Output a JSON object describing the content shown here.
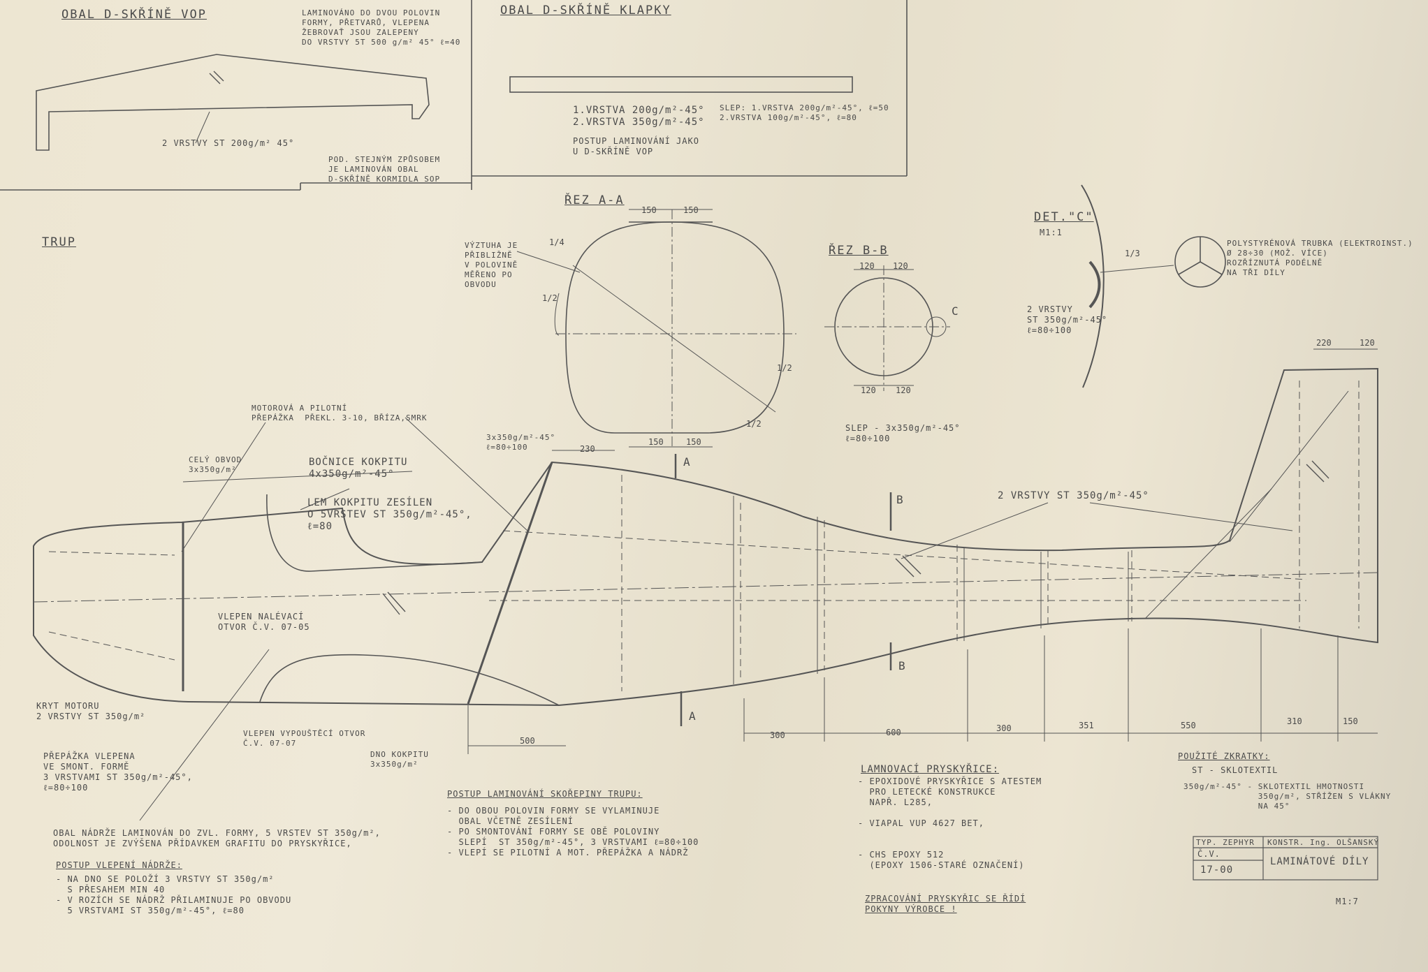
{
  "title_block": {
    "typ": "TYP. ZEPHYR",
    "konstr": "KONSTR. Ing. OLŠANSKÝ",
    "cv_label": "Č.V.",
    "cv_number": "17-00",
    "name": "LAMINÁTOVÉ DÍLY",
    "scale": "M1:7"
  },
  "vop": {
    "title": "OBAL D-SKŘÍNĚ VOP",
    "note": "LAMINOVÁNO DO DVOU POLOVIN\nFORMY, PŘETVARŮ, VLEPENA\nŽEBROVAŤ JSOU ZALEPENY\nDO VRSTVY 5T 500 g/m² 45° ℓ=40",
    "layers": "2 VRSTVY ST 200g/m² 45°",
    "method": "POD. STEJNÝM ZPŮSOBEM\nJE LAMINOVÁN OBAL\nD-SKŘÍNĚ KORMIDLA SOP"
  },
  "klapky": {
    "title": "OBAL D-SKŘÍNĚ KLAPKY",
    "layers": "1.VRSTVA 200g/m²-45°\n2.VRSTVA 350g/m²-45°",
    "method": "POSTUP LAMINOVÁNÍ JAKO\nU D-SKŘÍNĚ VOP",
    "slep": "SLEP: 1.VRSTVA 200g/m²-45°, ℓ=50\n2.VRSTVA 100g/m²-45°, ℓ=80"
  },
  "section_aa": {
    "title": "ŘEZ A-A",
    "note": "VÝZTUHA JE\nPŘIBLIŽNĚ\nV POLOVINĚ\nMĚŘENO PO\nOBVODU",
    "dims": [
      "150",
      "150",
      "150",
      "150"
    ],
    "half_marks": [
      "1/4",
      "1/2",
      "1/2",
      "1/2"
    ]
  },
  "section_bb": {
    "title": "ŘEZ B-B",
    "dims": [
      "120",
      "120",
      "120",
      "120"
    ],
    "detail_mark": "C",
    "slep": "SLEP - 3x350g/m²-45°\nℓ=80÷100"
  },
  "detail_c": {
    "title": "DET.\"C\"",
    "scale": "M1:1",
    "note": "POLYSTYRÉNOVÁ TRUBKA (ELEKTROINST.)\nØ 28÷30 (MOŽ. VÍCE)\nROZŘÍZNUTÁ PODÉLNĚ\nNA TŘI DÍLY",
    "fraction": "1/3",
    "layers": "2 VRSTVY\nST 350g/m²-45°\nℓ=80÷100"
  },
  "trup": {
    "title": "TRUP",
    "motorova": "MOTOROVÁ A PILOTNÍ\nPŘEPÁŽKA  PŘEKL. 3-10, BŘÍZA,SMRK",
    "cely_obvod": "CELÝ OBVOD\n3x350g/m²",
    "bocnice": "BOČNICE KOKPITU\n4x350g/m²-45°",
    "lem": "LEM KOKPITU ZESÍLEN\nO 5VRSTEV ST 350g/m²-45°,\nℓ=80",
    "corner_layers": "3x350g/m²-45°\nℓ=80÷100",
    "tail_layers": "2 VRSTVY ST 350g/m²-45°",
    "vlepen_nalevaci": "VLEPEN NALÉVACÍ\nOTVOR Č.V. 07-05",
    "vlepen_vypousteci": "VLEPEN VYPOUŠTĚCÍ OTVOR\nČ.V. 07-07",
    "kryt_motoru": "KRYT MOTORU\n2 VRSTVY ST 350g/m²",
    "dno": "DNO KOKPITU\n3x350g/m²",
    "dims_bottom": [
      "500",
      "300",
      "600",
      "300",
      "351",
      "550",
      "310",
      "150"
    ],
    "dims_top": [
      "230"
    ],
    "tail_dims": [
      "220",
      "120"
    ],
    "sec_a": "A",
    "sec_b": "B"
  },
  "prepazka": "PŘEPÁŽKA VLEPENA\nVE SMONT. FORMĚ\n3 VRSTVAMI ST 350g/m²-45°,\nℓ=80÷100",
  "obal_nadrze": "OBAL NÁDRŽE LAMINOVÁN DO ZVL. FORMY, 5 VRSTEV ST 350g/m²,\nODOLNOST JE ZVÝŠENA PŘÍDAVKEM GRAFITU DO PRYSKYŘICE,",
  "postup_vlepeni": {
    "title": "POSTUP VLEPENÍ NÁDRŽE:",
    "steps": "- NA DNO SE POLOŽÍ 3 VRSTVY ST 350g/m²\n  S PŘESAHEM MIN 40\n- V ROZÍCH SE NÁDRŽ PŘILAMINUJE PO OBVODU\n  5 VRSTVAMI ST 350g/m²-45°, ℓ=80"
  },
  "postup_laminovani": {
    "title": "POSTUP LAMINOVÁNÍ SKOŘEPINY TRUPU:",
    "steps": "- DO OBOU POLOVIN FORMY SE VYLAMINUJE\n  OBAL VČETNĚ ZESÍLENÍ\n- PO SMONTOVÁNÍ FORMY SE OBĚ POLOVINY\n  SLEPÍ  ST 350g/m²-45°, 3 VRSTVAMI ℓ=80÷100\n- VLEPÍ SE PILOTNÍ A MOT. PŘEPÁŽKA A NÁDRŽ"
  },
  "pryskyrice": {
    "title": "LAMNOVACÍ PRYSKYŘICE:",
    "items": "- EPOXIDOVÉ PRYSKYŘICE S ATESTEM\n  PRO LETECKÉ KONSTRUKCE\n  NAPŘ. L285,\n\n- VIAPAL VUP 4627 BET,\n\n\n- CHS EPOXY 512\n  (EPOXY 1506-STARÉ OZNAČENÍ)",
    "zpracovani": "ZPRACOVÁNÍ PRYSKYŘIC SE ŘÍDÍ\nPOKYNY VÝROBCE !"
  },
  "zkratky": {
    "title": "POUŽITÉ ZKRATKY:",
    "st": "ST - SKLOTEXTIL",
    "def": "350g/m²-45° - SKLOTEXTIL HMOTNOSTI\n              350g/m², STŘÍŽEN S VLÁKNY\n              NA 45°"
  }
}
